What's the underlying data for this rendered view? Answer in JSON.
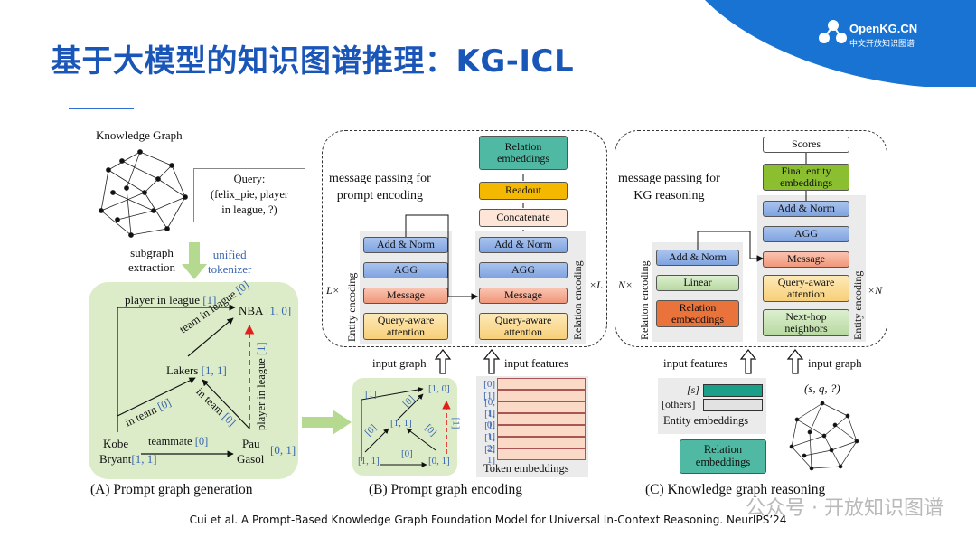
{
  "header": {
    "title": "基于大模型的知识图谱推理：KG-ICL",
    "logo_name": "OpenKG.CN",
    "logo_sub": "中文开放知识图谱"
  },
  "panel_a": {
    "kg_label": "Knowledge Graph",
    "query_line1": "Query:",
    "query_line2": "(felix_pie, player",
    "query_line3": "in league, ?)",
    "subgraph1": "subgraph",
    "subgraph2": "extraction",
    "unified1": "unified",
    "unified2": "tokenizer",
    "edge_player_league": "player in league",
    "tok_player_league": "[1]",
    "nba": "NBA",
    "nba_tok": "[1, 0]",
    "team_in_league": "team in league",
    "tok_team_league": "[0]",
    "lakers": "Lakers",
    "lakers_tok": "[1, 1]",
    "in_team": "in team",
    "tok_in_team": "[0]",
    "in_team2": "in team",
    "tok_in_team2": "[0]",
    "player_in_league_v": "player in league",
    "tok_pil_v": "[1]",
    "kobe1": "Kobe",
    "kobe2": "Bryant",
    "kobe_tok": "[1, 1]",
    "teammate": "teammate",
    "tok_teammate": "[0]",
    "pau1": "Pau",
    "pau2": "Gasol",
    "pau_tok": "[0, 1]",
    "caption": "(A) Prompt graph generation"
  },
  "panel_b": {
    "mp_title1": "message passing for",
    "mp_title2": "prompt encoding",
    "left_stack": [
      "Add & Norm",
      "AGG",
      "Message",
      "Query-aware attention"
    ],
    "left_label": "Entity encoding",
    "left_mult": "L×",
    "right_stack": [
      "Add & Norm",
      "AGG",
      "Message",
      "Query-aware attention"
    ],
    "right_label": "Relation encoding",
    "right_mult": "×L",
    "concat": "Concatenate",
    "readout": "Readout",
    "rel_emb": "Relation embeddings",
    "input_graph": "input graph",
    "input_features": "input features",
    "mini": {
      "t1": "[1]",
      "t2": "[0]",
      "t3": "[1, 0]",
      "t4": "[1, 1]",
      "t5": "[0]",
      "t6": "[0]",
      "t7": "[1]",
      "t8": "[0]",
      "t9": "[1, 1]",
      "t10": "[0, 1]"
    },
    "tokens": [
      "[0]",
      "[1]",
      "[0, 1]",
      "[1, 0]",
      "[1, 1]",
      "[1, 2]",
      "[2, 1]"
    ],
    "token_label": "Token embeddings",
    "caption": "(B) Prompt graph encoding"
  },
  "panel_c": {
    "mp_title1": "message passing for",
    "mp_title2": "KG reasoning",
    "left_stack": [
      "Add & Norm",
      "Linear",
      "Relation embeddings"
    ],
    "left_label": "Relation encoding",
    "left_mult": "N×",
    "right_stack": [
      "Scores",
      "Final entity embeddings",
      "Add & Norm",
      "AGG",
      "Message",
      "Query-aware attention",
      "Next-hop neighbors"
    ],
    "right_label": "Entity encoding",
    "right_mult": "×N",
    "input_features": "input features",
    "input_graph": "input graph",
    "s_label": "[s]",
    "others_label": "[others]",
    "entity_emb": "Entity embeddings",
    "rel_emb": "Relation embeddings",
    "sq": "(s, q, ?)",
    "caption": "(C) Knowledge graph reasoning"
  },
  "footer": {
    "citation": "Cui et al. A Prompt-Based Knowledge Graph Foundation Model for Universal In-Context Reasoning. NeurIPS’24",
    "watermark": "公众号 · 开放知识图谱"
  },
  "colors": {
    "title": "#1a56b8",
    "logo_bg": "#1873d3",
    "panel_green": "#dcecc8",
    "accent_red": "#e0201b"
  }
}
